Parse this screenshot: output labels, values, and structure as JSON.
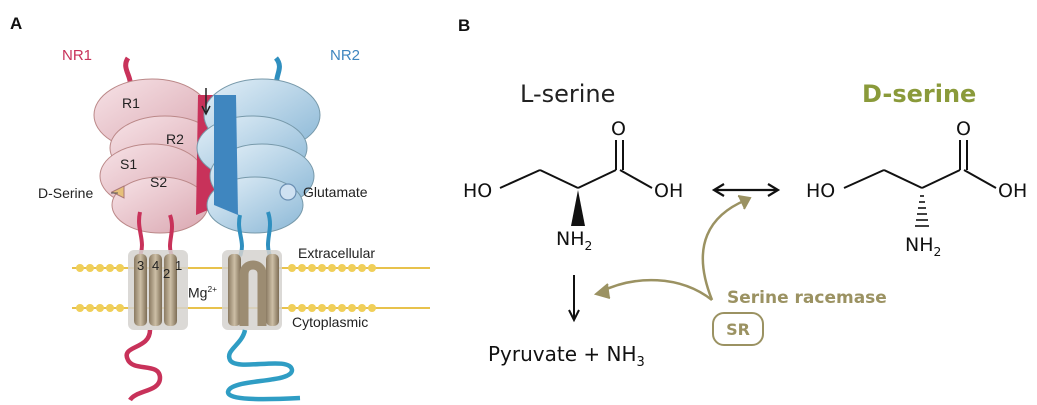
{
  "panelA": {
    "letter": "A",
    "nr1": "NR1",
    "nr2": "NR2",
    "r1": "R1",
    "r2": "R2",
    "s1": "S1",
    "s2": "S2",
    "dserine": "D-Serine",
    "glutamate": "Glutamate",
    "extracellular": "Extracellular",
    "cytoplasmic": "Cytoplasmic",
    "mg": "Mg",
    "mg_charge": "2+",
    "helix_3": "3",
    "helix_4": "4",
    "helix_2": "2",
    "helix_1": "1"
  },
  "panelB": {
    "letter": "B",
    "lserine": "L-serine",
    "dserine": "D-serine",
    "ho_left": "HO",
    "oh_left": "OH",
    "o_left": "O",
    "nh_left": "NH",
    "nh_left_sub": "2",
    "ho_right": "HO",
    "oh_right": "OH",
    "o_right": "O",
    "nh_right": "NH",
    "nh_right_sub": "2",
    "pyruvate": "Pyruvate + NH",
    "pyruvate_sub": "3",
    "serine_racemase": "Serine racemase",
    "sr": "SR"
  },
  "colors": {
    "nr1": "#c8325a",
    "nr2": "#3f86bf",
    "dserine_title": "#8a9a3a",
    "enzyme": "#9b9262"
  }
}
